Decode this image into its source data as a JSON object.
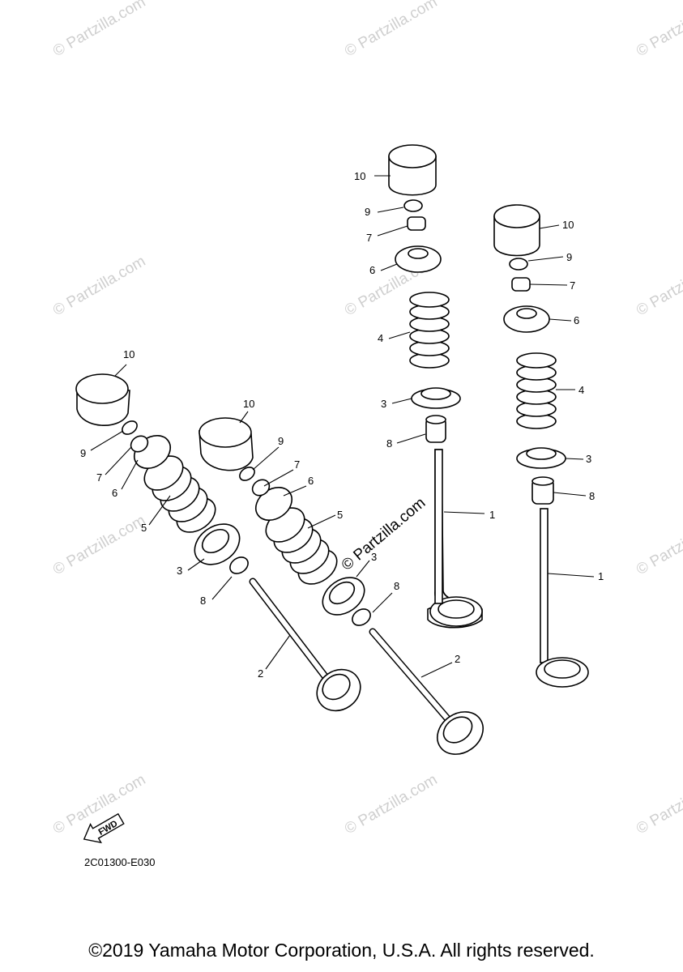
{
  "watermark": "© Partzilla.com",
  "diagram_code": "2C01300-E030",
  "fwd_label": "FWD",
  "copyright": "©2019 Yamaha Motor Corporation, U.S.A. All rights reserved.",
  "callouts": [
    "1",
    "2",
    "3",
    "4",
    "5",
    "6",
    "7",
    "8",
    "9",
    "10"
  ]
}
